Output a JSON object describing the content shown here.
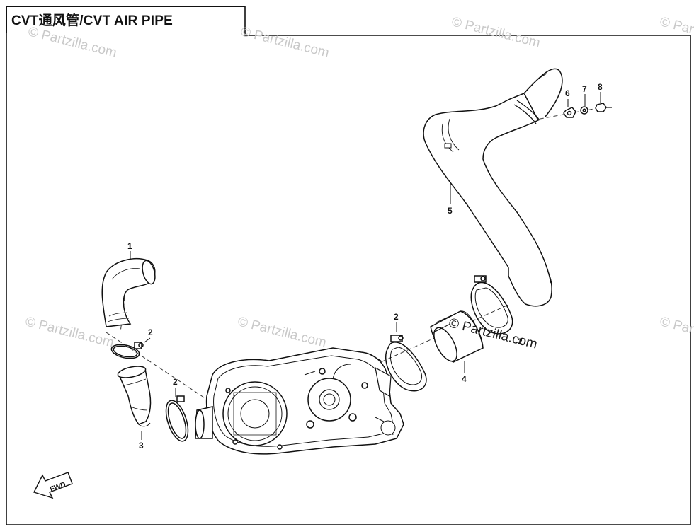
{
  "title": "CVT通风管/CVT AIR PIPE",
  "watermark": "© Partzilla.com",
  "fwd_label": "FWD",
  "callouts": [
    {
      "id": "c1",
      "label": "1"
    },
    {
      "id": "c2a",
      "label": "2"
    },
    {
      "id": "c2b",
      "label": "2"
    },
    {
      "id": "c2c",
      "label": "2"
    },
    {
      "id": "c2d",
      "label": "2"
    },
    {
      "id": "c3",
      "label": "3"
    },
    {
      "id": "c4",
      "label": "4"
    },
    {
      "id": "c5",
      "label": "5"
    },
    {
      "id": "c6",
      "label": "6"
    },
    {
      "id": "c7",
      "label": "7"
    },
    {
      "id": "c8",
      "label": "8"
    }
  ],
  "colors": {
    "line": "#111111",
    "watermark": "#c9c9c9"
  }
}
